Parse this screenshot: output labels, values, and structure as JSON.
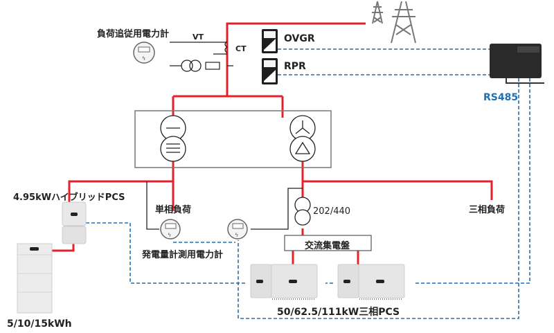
{
  "labels": {
    "follow_meter": "負荷追従用電力計",
    "vt": "VT",
    "ct": "CT",
    "ovgr": "OVGR",
    "rpr": "RPR",
    "rs485": "RS485",
    "hybrid_pcs": "4.95kWハイブリッドPCS",
    "single_phase_load": "単相負荷",
    "three_phase_load": "三相負荷",
    "transformer_ratio": "202/440",
    "ac_panel": "交流集電盤",
    "gen_meter": "発電量計測用電力計",
    "three_phase_pcs": "50/62.5/111kW三相PCS",
    "battery": "5/10/15kWh"
  },
  "colors": {
    "power_line": "#e8202a",
    "signal_line": "#1f6fb3",
    "wire": "#222222",
    "frame": "#777777"
  }
}
